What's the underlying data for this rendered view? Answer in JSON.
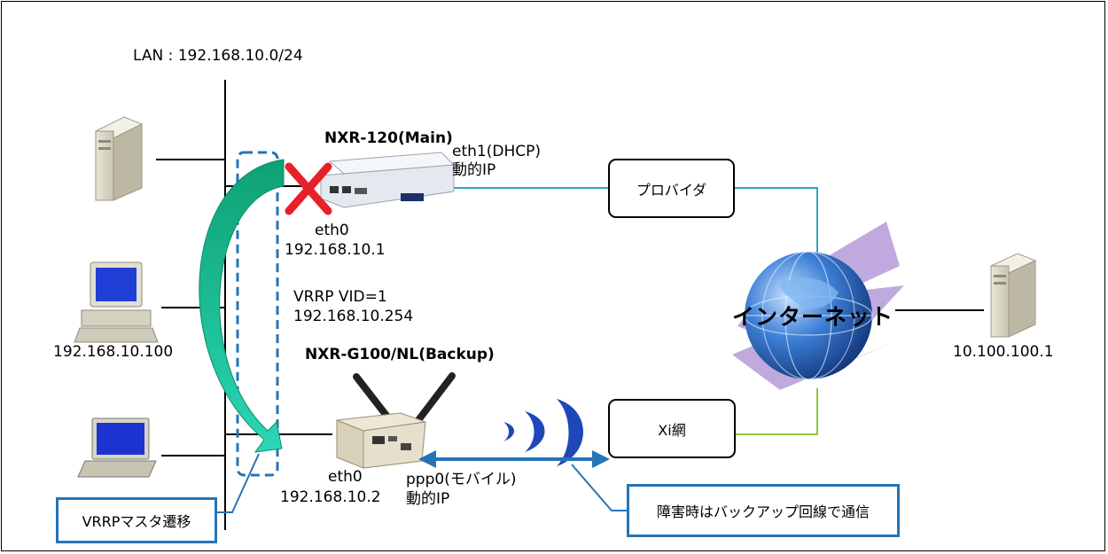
{
  "lan_label": "LAN : 192.168.10.0/24",
  "main_router": {
    "name": "NXR-120(Main)",
    "wan_if": "eth1(DHCP)",
    "wan_ip": "動的IP",
    "lan_if": "eth0",
    "lan_ip": "192.168.10.1"
  },
  "vrrp": {
    "vid": "VRRP VID=1",
    "vip": "192.168.10.254"
  },
  "backup_router": {
    "name": "NXR-G100/NL(Backup)",
    "lan_if": "eth0",
    "lan_ip": "192.168.10.2",
    "wan_if": "ppp0(モバイル)",
    "wan_ip": "動的IP"
  },
  "pc_ip": "192.168.10.100",
  "provider": "プロバイダ",
  "xi_net": "Xi網",
  "internet": "インターネット",
  "remote_server_ip": "10.100.100.1",
  "callout_vrrp": "VRRPマスタ遷移",
  "callout_backup": "障害時はバックアップ回線で通信",
  "colors": {
    "provider_line": "#33a3c8",
    "xi_line": "#8cc63f",
    "callout": "#2574b8",
    "failover_arrow": "#12b48f",
    "fail_mark": "#e8202a"
  }
}
